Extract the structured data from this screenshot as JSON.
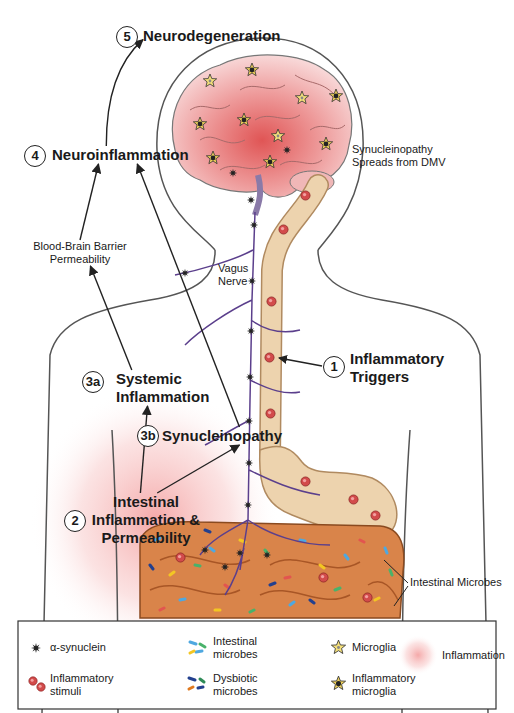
{
  "diagram": {
    "nodes": [
      {
        "text": [
          "Neurodegeneration"
        ]
      },
      {
        "text": [
          "Neuroinflammation"
        ]
      },
      {
        "text": [
          "Blood-Brain Barrier Permeability"
        ]
      },
      {
        "text": [
          "Systemic Inflammation"
        ]
      },
      {
        "text": [
          "Synucleinopathy"
        ]
      },
      {
        "text": [
          "Intestinal Inflammation & Permeability"
        ]
      }
    ],
    "edges": [
      {
        "from": 1,
        "to": 0,
        "arrow": "to"
      },
      {
        "from": 2,
        "to": 1,
        "arrow": "to"
      },
      {
        "from": 3,
        "to": 2,
        "arrow": "to"
      },
      {
        "from": 4,
        "to": 1,
        "arrow": "to"
      },
      {
        "from": 5,
        "to": 3,
        "arrow": "to"
      },
      {
        "from": 5,
        "to": 4,
        "arrow": "to"
      }
    ],
    "labels": [
      "5",
      "Synucleinopathy Spreads from DMV",
      "4",
      "Vagus Nerve",
      "1",
      "Inflammatory Triggers",
      "3a",
      "3b",
      "2",
      "Intestinal Microbes"
    ],
    "legend": [
      {
        "text": "α-synuclein"
      },
      {
        "text": "Intestinal microbes"
      },
      {
        "text": "Microglia"
      },
      {
        "text": "Inflammation"
      },
      {
        "text": "Inflammatory stimuli"
      },
      {
        "text": "Dysbiotic microbes"
      },
      {
        "text": "Inflammatory microglia"
      }
    ]
  }
}
